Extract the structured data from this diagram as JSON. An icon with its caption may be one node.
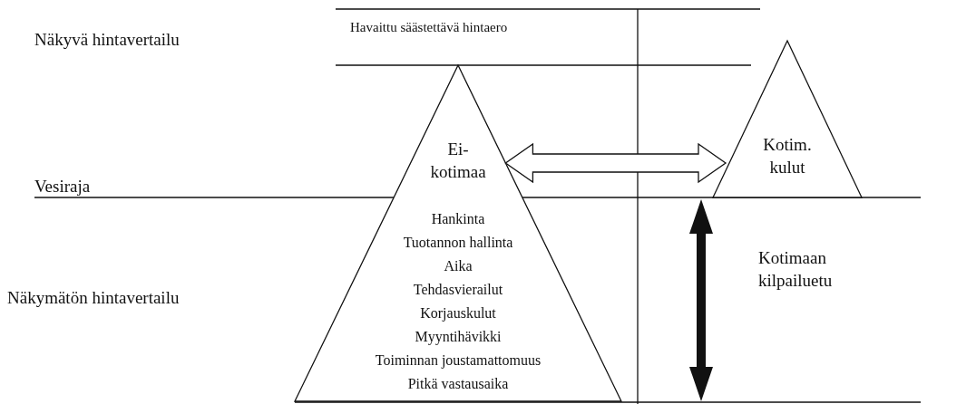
{
  "diagram": {
    "nodes": [
      {
        "text": [
          "Ei-kotimaa",
          "Hankinta",
          "Tuotannon hallinta",
          "Aika",
          "Tehdasvierailut",
          "Korjauskulut",
          "Myyntihävikki",
          "Toiminnan joustamattomuus",
          "Pitkä vastausaika"
        ]
      },
      {
        "text": [
          "Kotim. kulut"
        ]
      }
    ],
    "edges": [
      {
        "from": 0,
        "to": 1,
        "arrow": "both",
        "style": "thick"
      }
    ],
    "labels": [
      "Näkyvä hintavertailu",
      "Havaittu säästettävä hintaero",
      "Vesiraja",
      "Näkymätön hintavertailu",
      "Kotimaan kilpailuetu"
    ]
  }
}
